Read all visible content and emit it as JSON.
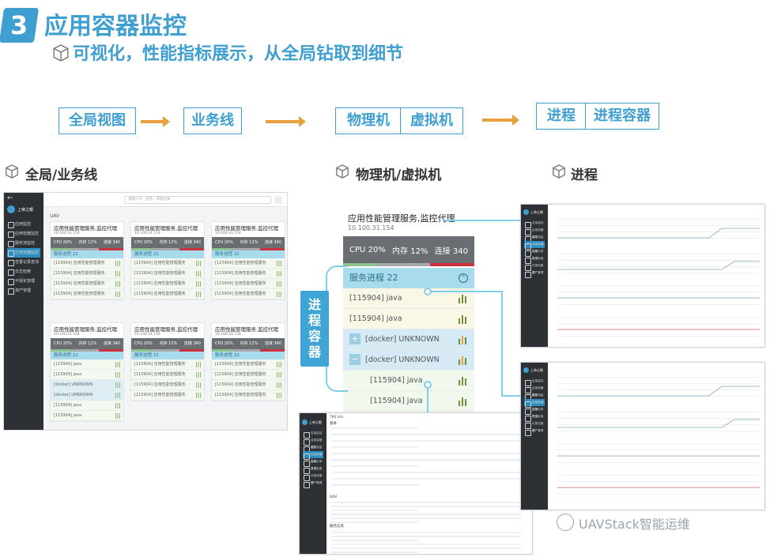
{
  "header": {
    "number": "3",
    "title": "应用容器监控",
    "subtitle": "可视化，性能指标展示，从全局钻取到细节"
  },
  "flow": {
    "global_view": "全局视图",
    "business_line": "业务线",
    "physical": "物理机",
    "virtual": "虚拟机",
    "process": "进程",
    "process_container": "进程容器"
  },
  "sections": {
    "left": "全局/业务线",
    "middle": "物理机/虚拟机",
    "right": "进程"
  },
  "left_app": {
    "logo_text": "上帝之眼",
    "search_placeholder": "请输入IP、名称、或者选择",
    "menu": [
      "应用监控",
      "应用容器监控",
      "服务流监控",
      "应用容器监控",
      "告警记录查询",
      "日志检索",
      "可视化管理",
      "资产管理"
    ],
    "breadcrumb": "UAV",
    "cards": [
      {
        "title": "应用性能管理服务,监控代理",
        "ip": "10.100.31.154",
        "cpu": "CPU 20%",
        "mem": "内存 12%",
        "conn": "连接 340",
        "svc": "服务进程 22",
        "rows": [
          "[115904] 应用性能管理服务",
          "[115904] 应用性能管理服务",
          "[115904] 应用性能管理服务",
          "[115904] 应用性能管理服务"
        ]
      },
      {
        "title": "应用性能管理服务,监控代理",
        "ip": "10.100.31.154",
        "cpu": "CPU 20%",
        "mem": "内存 12%",
        "conn": "连接 340",
        "svc": "服务进程 22",
        "rows": [
          "[115904] 应用性能管理服务",
          "[115904] 应用性能管理服务",
          "[115904] 应用性能管理服务",
          "[115904] 应用性能管理服务"
        ]
      },
      {
        "title": "应用性能管理服务,监控代理",
        "ip": "10.100.31.154",
        "cpu": "CPU 20%",
        "mem": "内存 12%",
        "conn": "连接 340",
        "svc": "服务进程 22",
        "rows": [
          "[115904] 应用性能管理服务",
          "[115904] 应用性能管理服务",
          "[115904] 应用性能管理服务",
          "[115904] 应用性能管理服务"
        ]
      },
      {
        "title": "应用性能管理服务,监控代理",
        "ip": "10.100.31.154",
        "cpu": "CPU 20%",
        "mem": "内存 12%",
        "conn": "连接 340",
        "svc": "服务进程 22",
        "rows": [
          "[115904] java",
          "[115904] java",
          "[docker] UNKNOWN",
          "[docker] UNKNOWN",
          "[115904] java",
          "[115904] java"
        ]
      },
      {
        "title": "应用性能管理服务,监控代理",
        "ip": "10.100.31.154",
        "cpu": "CPU 20%",
        "mem": "内存 12%",
        "conn": "连接 340",
        "svc": "服务进程 22",
        "rows": [
          "[115904] 应用性能管理服务",
          "[115904] 应用性能管理服务",
          "[115904] 应用性能管理服务",
          "[115904] 应用性能管理服务"
        ]
      },
      {
        "title": "应用性能管理服务,监控代理",
        "ip": "10.100.31.154",
        "cpu": "CPU 20%",
        "mem": "内存 12%",
        "conn": "连接 340",
        "svc": "服务进程 22",
        "rows": [
          "[115904] 应用性能管理服务",
          "[115904] 应用性能管理服务",
          "[115904] 应用性能管理服务",
          "[115904] 应用性能管理服务"
        ]
      }
    ]
  },
  "middle_card": {
    "title": "应用性能管理服务,监控代理",
    "ip": "10.100.31.154",
    "cpu": "CPU 20%",
    "mem": "内存 12%",
    "conn": "连接 340",
    "svc": "服务进程 22",
    "rows": [
      {
        "text": "[115904] java",
        "kind": "cream"
      },
      {
        "text": "[115904] java",
        "kind": "cream"
      },
      {
        "text": "[docker] UNKNOWN",
        "kind": "blue"
      },
      {
        "text": "[docker] UNKNOWN",
        "kind": "blue"
      },
      {
        "text": "[115904] java",
        "kind": "green"
      },
      {
        "text": "[115904] java",
        "kind": "green"
      }
    ],
    "vertical_label": [
      "进",
      "程",
      "容",
      "器"
    ]
  },
  "detail_app": {
    "logo_text": "上帝之眼",
    "menu": [
      "应用监控",
      "应用容器监控",
      "服务流监控",
      "应用容器监控",
      "告警记录查询",
      "日志检索",
      "可视化管理",
      "资产管理"
    ],
    "heading": "TMS Info",
    "sections": [
      "基本",
      "UAV",
      "服务信息"
    ]
  },
  "process_app": {
    "logo_text": "上帝之眼",
    "menu": [
      "应用监控",
      "应用容器监控",
      "服务流监控",
      "应用容器监控",
      "告警记录查询",
      "日志检索",
      "可视化管理",
      "资产管理"
    ]
  },
  "watermark": "UAVStack智能运维",
  "colors": {
    "accent": "#3f9fd0",
    "arrow": "#e8a13c",
    "sidebar": "#2d3135",
    "active": "#2f8ec0"
  }
}
